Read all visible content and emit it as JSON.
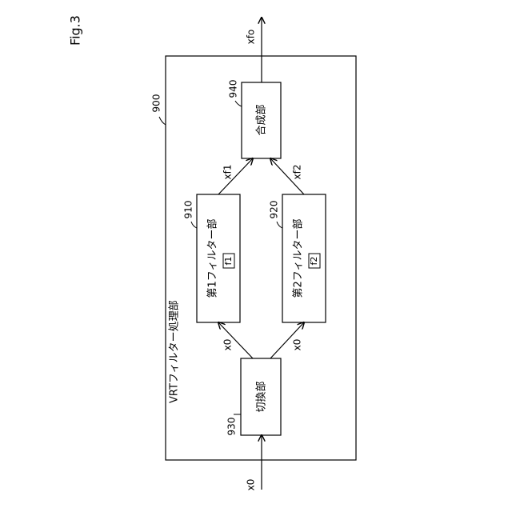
{
  "figure": {
    "label": "Fig.3"
  },
  "outer": {
    "ref": "900",
    "label": "VRTフィルター処理部"
  },
  "blocks": {
    "switch": {
      "ref": "930",
      "label": "切換部"
    },
    "filter1": {
      "ref": "910",
      "label": "第1フィルター部",
      "tag": "f1"
    },
    "filter2": {
      "ref": "920",
      "label": "第2フィルター部",
      "tag": "f2"
    },
    "synth": {
      "ref": "940",
      "label": "合成部"
    }
  },
  "signals": {
    "input": "x0",
    "to_filter1": "x0",
    "to_filter2": "x0",
    "from_filter1": "xf1",
    "from_filter2": "xf2",
    "output": "xfo"
  },
  "colors": {
    "line": "#000000",
    "background": "#ffffff"
  }
}
